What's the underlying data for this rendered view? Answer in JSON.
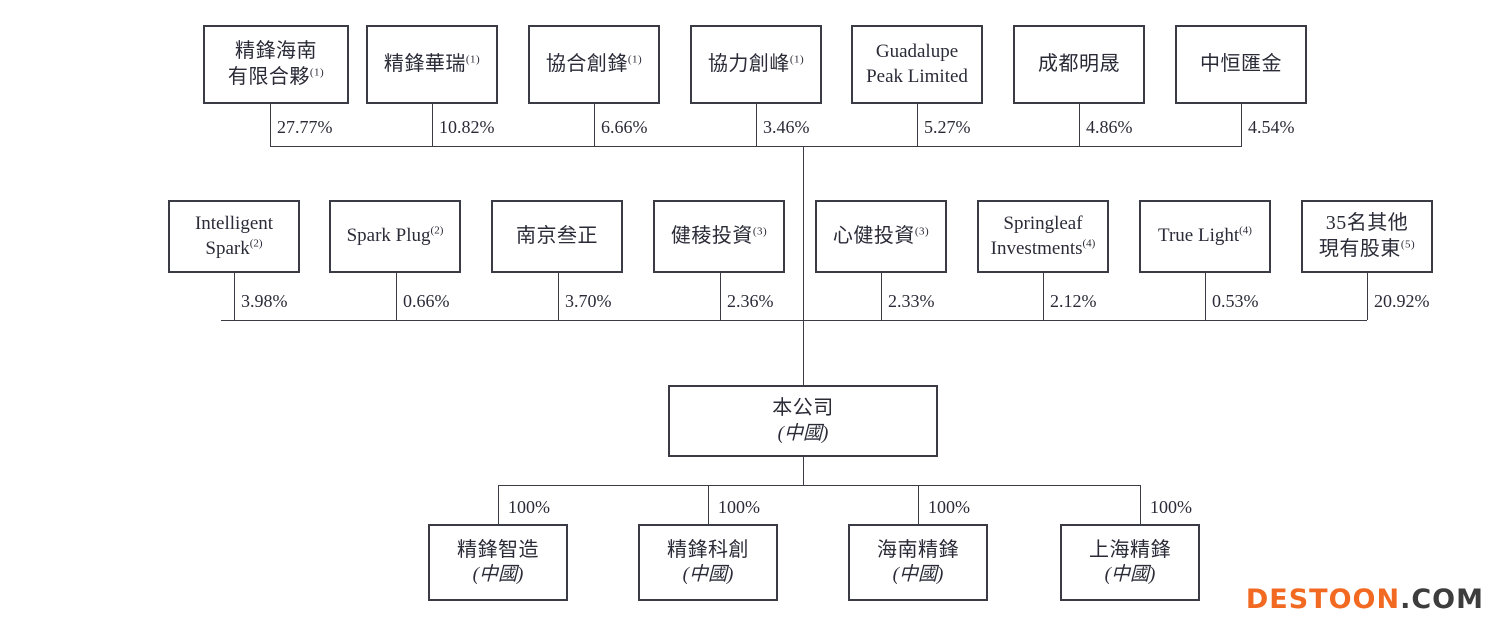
{
  "diagram": {
    "type": "org-shareholding-chart",
    "title": "",
    "colors": {
      "box_border": "#3b3b45",
      "line": "#3b3b45",
      "text": "#2b2b38",
      "background": "#ffffff",
      "watermark_brand": "#f26a21",
      "watermark_tld": "#3d3d3d"
    },
    "tier1_label": "Shareholders tier 1",
    "tier2_label": "Shareholders tier 2",
    "company_label": "Company",
    "subsidiary_label": "Subsidiaries"
  },
  "tier1": [
    {
      "name": "shareholder-jingfeng-hainan",
      "line1": "精鋒海南",
      "line2": "有限合夥",
      "sup": "(1)",
      "percent": "27.77%"
    },
    {
      "name": "shareholder-jingfeng-huarui",
      "line1": "精鋒華瑞",
      "line2": "",
      "sup": "(1)",
      "percent": "10.82%"
    },
    {
      "name": "shareholder-xiehe-chuangfeng",
      "line1": "協合創鋒",
      "line2": "",
      "sup": "(1)",
      "percent": "6.66%"
    },
    {
      "name": "shareholder-xieli-chuangfeng",
      "line1": "協力創峰",
      "line2": "",
      "sup": "(1)",
      "percent": "3.46%"
    },
    {
      "name": "shareholder-guadalupe-peak",
      "line1": "Guadalupe",
      "line2": "Peak Limited",
      "sup": "",
      "percent": "5.27%"
    },
    {
      "name": "shareholder-chengdu-mingsheng",
      "line1": "成都明晟",
      "line2": "",
      "sup": "",
      "percent": "4.86%"
    },
    {
      "name": "shareholder-zhongheng-huijin",
      "line1": "中恒匯金",
      "line2": "",
      "sup": "",
      "percent": "4.54%"
    }
  ],
  "tier2": [
    {
      "name": "shareholder-intelligent-spark",
      "line1": "Intelligent",
      "line2": "Spark",
      "sup": "(2)",
      "percent": "3.98%"
    },
    {
      "name": "shareholder-spark-plug",
      "line1": "Spark Plug",
      "line2": "",
      "sup": "(2)",
      "percent": "0.66%"
    },
    {
      "name": "shareholder-nanjing-sanzheng",
      "line1": "南京叁正",
      "line2": "",
      "sup": "",
      "percent": "3.70%"
    },
    {
      "name": "shareholder-jianleng-touzi",
      "line1": "健稜投資",
      "line2": "",
      "sup": "(3)",
      "percent": "2.36%"
    },
    {
      "name": "shareholder-xinjian-touzi",
      "line1": "心健投資",
      "line2": "",
      "sup": "(3)",
      "percent": "2.33%"
    },
    {
      "name": "shareholder-springleaf-investments",
      "line1": "Springleaf",
      "line2": "Investments",
      "sup": "(4)",
      "percent": "2.12%"
    },
    {
      "name": "shareholder-true-light",
      "line1": "True Light",
      "line2": "",
      "sup": "(4)",
      "percent": "0.53%"
    },
    {
      "name": "shareholder-35-other-holders",
      "line1": "35名其他",
      "line2": "現有股東",
      "sup": "(5)",
      "percent": "20.92%"
    }
  ],
  "company": {
    "name": "our-company",
    "line1": "本公司",
    "jurisdiction": "(中國)"
  },
  "subsidiaries": [
    {
      "name": "subsidiary-jingfeng-zhizao",
      "line1": "精鋒智造",
      "jurisdiction": "(中國)",
      "percent": "100%"
    },
    {
      "name": "subsidiary-jingfeng-kechuang",
      "line1": "精鋒科創",
      "jurisdiction": "(中國)",
      "percent": "100%"
    },
    {
      "name": "subsidiary-hainan-jingfeng",
      "line1": "海南精鋒",
      "jurisdiction": "(中國)",
      "percent": "100%"
    },
    {
      "name": "subsidiary-shanghai-jingfeng",
      "line1": "上海精鋒",
      "jurisdiction": "(中國)",
      "percent": "100%"
    }
  ],
  "watermark": {
    "brand": "DESTOON",
    "tld": ".COM"
  }
}
